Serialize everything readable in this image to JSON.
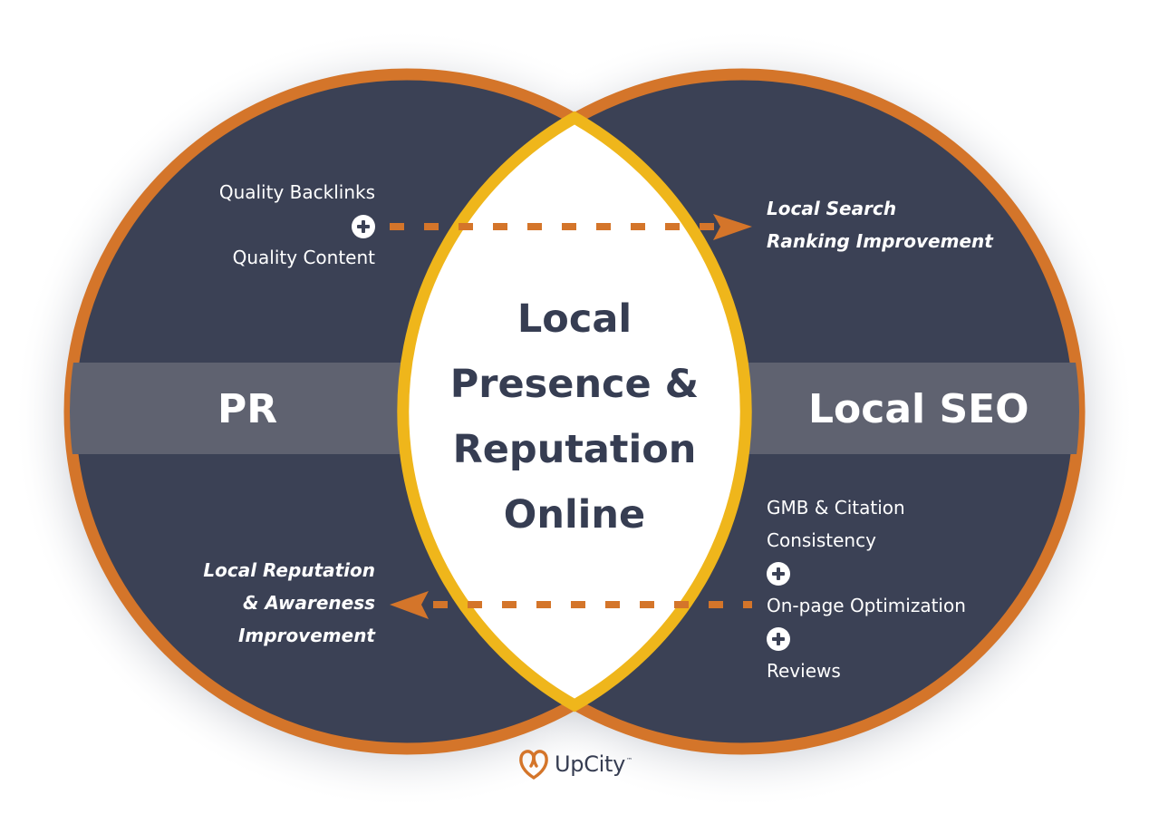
{
  "colors": {
    "circle_fill": "#3b4155",
    "circle_stroke": "#d4752a",
    "band_fill": "#5f6270",
    "lens_fill": "#ffffff",
    "lens_stroke": "#efb61b",
    "arrow": "#d4752a",
    "title_text": "#363d52"
  },
  "left_circle": {
    "label": "PR",
    "inputs": [
      "Quality Backlinks",
      "Quality Content"
    ],
    "inputs_joiner_icon": "plus-circle-icon",
    "outcome_lines": [
      "Local Reputation",
      "& Awareness",
      "Improvement"
    ]
  },
  "right_circle": {
    "label": "Local SEO",
    "outcome_lines": [
      "Local Search",
      "Ranking Improvement"
    ],
    "inputs": [
      "GMB & Citation",
      "Consistency",
      "On-page Optimization",
      "Reviews"
    ],
    "inputs_joiner_icon": "plus-circle-icon"
  },
  "overlap": {
    "title_lines": [
      "Local",
      "Presence &",
      "Reputation",
      "Online"
    ]
  },
  "arrows": [
    {
      "from": "PR inputs",
      "to": "Local SEO outcome",
      "direction": "right",
      "style": "dashed"
    },
    {
      "from": "Local SEO inputs",
      "to": "PR outcome",
      "direction": "left",
      "style": "dashed"
    }
  ],
  "brand": {
    "name": "UpCity",
    "trademark": "™",
    "icon": "upcity-logo-icon"
  }
}
